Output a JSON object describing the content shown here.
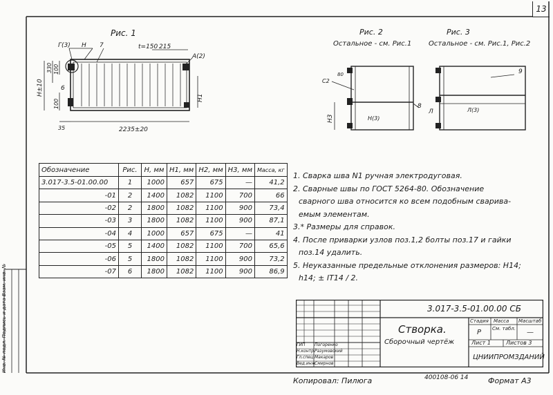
{
  "page_number": "13",
  "fig1": {
    "title": "Рис. 1",
    "labels": {
      "g3": "Г(3)",
      "n": "Н",
      "seven": "7",
      "t150": "t=150",
      "dim215": "215",
      "a2": "А(2)",
      "d330": "330",
      "d100a": "100",
      "h10": "Н±10",
      "six": "6",
      "d100b": "100",
      "d35": "35",
      "h1": "Н1",
      "width": "2235±20"
    }
  },
  "fig2": {
    "title": "Рис. 2",
    "subtitle": "Остальное - см. Рис.1",
    "labels": {
      "c2": "С2",
      "d80": "80",
      "h3": "Н3",
      "n3": "Н(3)",
      "eight": "8"
    }
  },
  "fig3": {
    "title": "Рис. 3",
    "subtitle": "Остальное - см. Рис.1, Рис.2",
    "labels": {
      "nine": "9",
      "l3": "Л(3)",
      "l": "Л"
    }
  },
  "spec_table": {
    "headers": [
      "Обозначение",
      "Рис.",
      "Н, мм",
      "Н1, мм",
      "Н2, мм",
      "Н3, мм",
      "Масса, кг"
    ],
    "rows": [
      [
        "3.017-3.5-01.00.00",
        "1",
        "1000",
        "657",
        "675",
        "—",
        "41,2"
      ],
      [
        "-01",
        "2",
        "1400",
        "1082",
        "1100",
        "700",
        "66"
      ],
      [
        "-02",
        "2",
        "1800",
        "1082",
        "1100",
        "900",
        "73,4"
      ],
      [
        "-03",
        "3",
        "1800",
        "1082",
        "1100",
        "900",
        "87,1"
      ],
      [
        "-04",
        "4",
        "1000",
        "657",
        "675",
        "—",
        "41"
      ],
      [
        "-05",
        "5",
        "1400",
        "1082",
        "1100",
        "700",
        "65,6"
      ],
      [
        "-06",
        "5",
        "1800",
        "1082",
        "1100",
        "900",
        "73,2"
      ],
      [
        "-07",
        "6",
        "1800",
        "1082",
        "1100",
        "900",
        "86,9"
      ]
    ]
  },
  "notes": [
    "1. Сварка шва N1 ручная электродуговая.",
    "2. Сварные швы по ГОСТ 5264-80. Обозначение",
    "сварного шва относится ко всем подобным сварива-",
    "емым элементам.",
    "3.* Размеры для справок.",
    "4. После приварки узлов поз.1,2 болты поз.17 и гайки",
    "поз.14 удалить.",
    "5. Неуказанные предельные отклонения размеров: Н14;",
    "h14; ± IT14 / 2."
  ],
  "title_block": {
    "designation": "3.017-3.5-01.00.00 СБ",
    "name": "Створка.",
    "doc_type": "Сборочный чертёж",
    "stage_h": "Стадия",
    "mass_h": "Масса",
    "scale_h": "Масштаб",
    "stage": "Р",
    "mass": "См. табл.",
    "scale": "—",
    "sheet": "Лист 1",
    "sheets": "Листов 3",
    "org": "ЦНИИПРОМЗДАНИЙ",
    "roles": [
      "ГИП",
      "Н.контр.",
      "Гл.спец.",
      "Вед.инж."
    ],
    "people": [
      "Погоренко",
      "Разумовский",
      "Макаров",
      "Смирнов"
    ]
  },
  "side_text": "Инв. № подл.   Подпись и дата   Взам. инв. №",
  "footer": {
    "copied": "Копировал: Пилюгa",
    "code": "400108-06 14",
    "format": "Формат А3"
  }
}
